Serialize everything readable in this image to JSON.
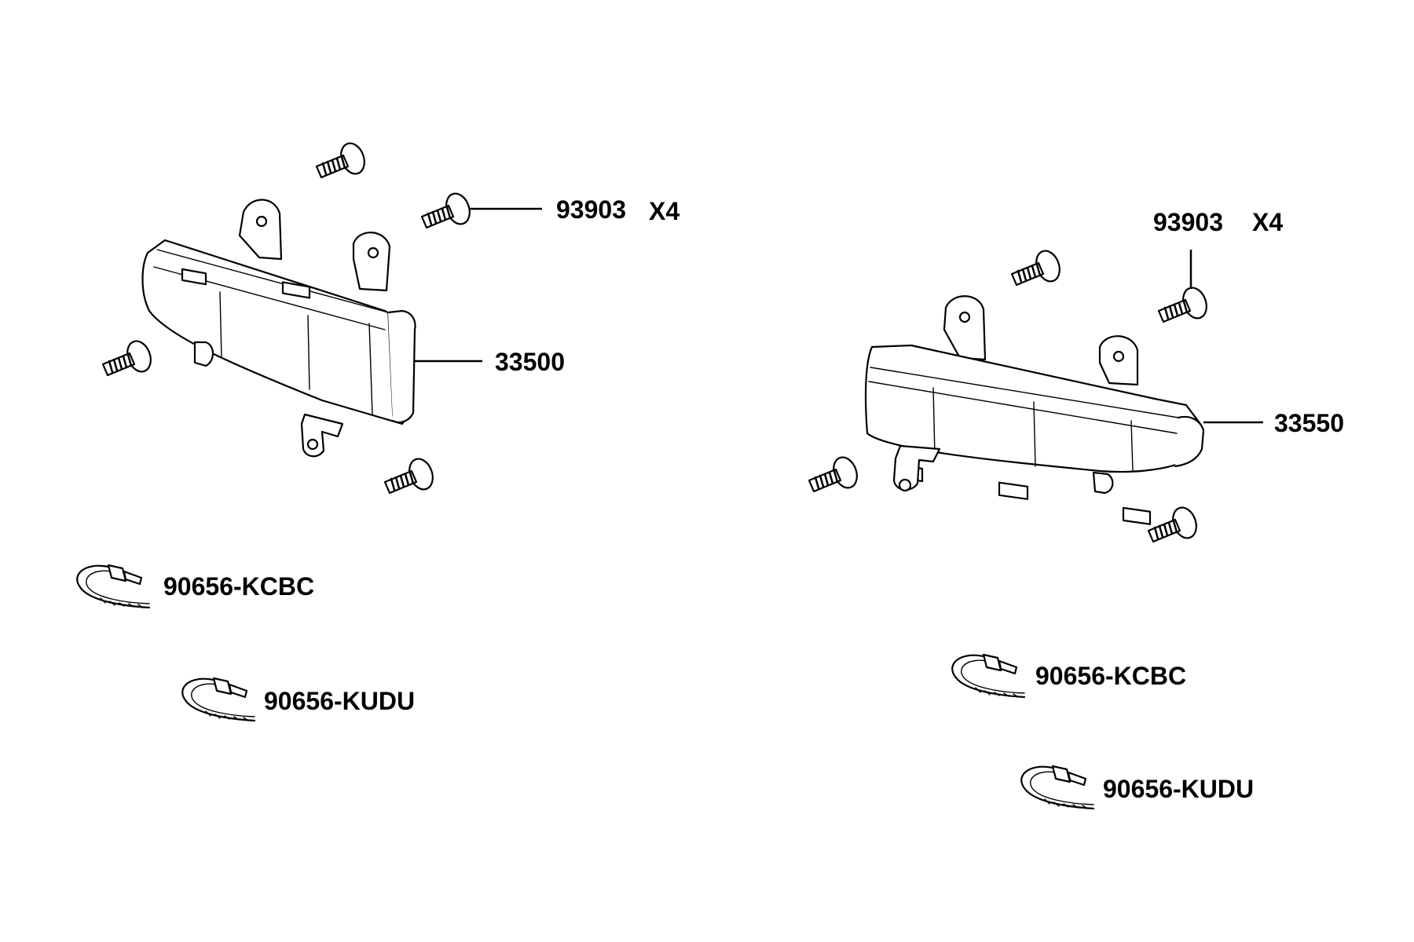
{
  "colors": {
    "line": "#000000",
    "background": "#ffffff"
  },
  "left_assembly": {
    "screw_part": "93903",
    "screw_qty": "X4",
    "lamp_part": "33500",
    "band_a": "90656-KCBC",
    "band_b": "90656-KUDU"
  },
  "right_assembly": {
    "screw_part": "93903",
    "screw_qty": "X4",
    "lamp_part": "33550",
    "band_a": "90656-KCBC",
    "band_b": "90656-KUDU"
  }
}
